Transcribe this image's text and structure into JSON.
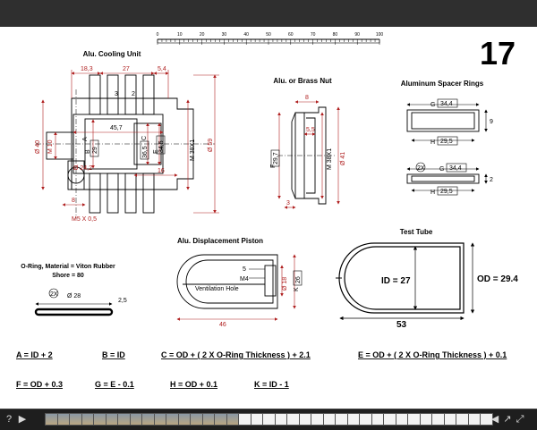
{
  "page_number": "17",
  "ruler": {
    "ticks": [
      "0",
      "10",
      "20",
      "30",
      "40",
      "50",
      "60",
      "70",
      "80",
      "90",
      "100"
    ]
  },
  "cooling_unit": {
    "title": "Alu. Cooling Unit",
    "dims": [
      "18,3",
      "27",
      "5,4",
      "45,7",
      "3",
      "2",
      "16",
      "8",
      "M5 X 0,5",
      "M 10",
      "Ø 40",
      "29",
      "Ø 24,2",
      "C",
      "36,5",
      "E",
      "34,5",
      "M 38X1",
      "Ø 59",
      "A",
      "B"
    ]
  },
  "nut": {
    "title": "Alu.  or Brass  Nut",
    "dims": [
      "8",
      "5,5",
      "F",
      "29,7",
      "M 38X1",
      "Ø 41",
      "3"
    ]
  },
  "spacer": {
    "title": "Aluminum Spacer Rings",
    "dims": [
      "G",
      "34,4",
      "9",
      "H",
      "29,5",
      "2X",
      "G",
      "34,4",
      "2",
      "H",
      "29,5"
    ]
  },
  "piston": {
    "title": "Alu. Displacement Piston",
    "dims": [
      "5",
      "M4",
      "Ventilation Hole",
      "Ø 18",
      "K",
      "26",
      "46"
    ]
  },
  "oring": {
    "title_line1": "O-Ring, Material = Viton Rubber",
    "title_line2": "Shore = 80",
    "dims": [
      "2X",
      "Ø 28",
      "2,5"
    ]
  },
  "test_tube": {
    "title": "Test Tube",
    "id_label": "ID = 27",
    "od_label": "OD = 29.4",
    "length": "53"
  },
  "formulas": {
    "a": "A = ID + 2",
    "b": "B = ID",
    "c": "C = OD + ( 2 X O-Ring Thickness ) + 2.1",
    "e": "E = OD + ( 2 X O-Ring Thickness ) + 0.1",
    "f": "F = OD + 0.3",
    "g": "G = E - 0.1",
    "h": "H = OD + 0.1",
    "k": "K = ID - 1"
  },
  "viewer": {
    "help": "?",
    "thumbnail_count": 37
  }
}
